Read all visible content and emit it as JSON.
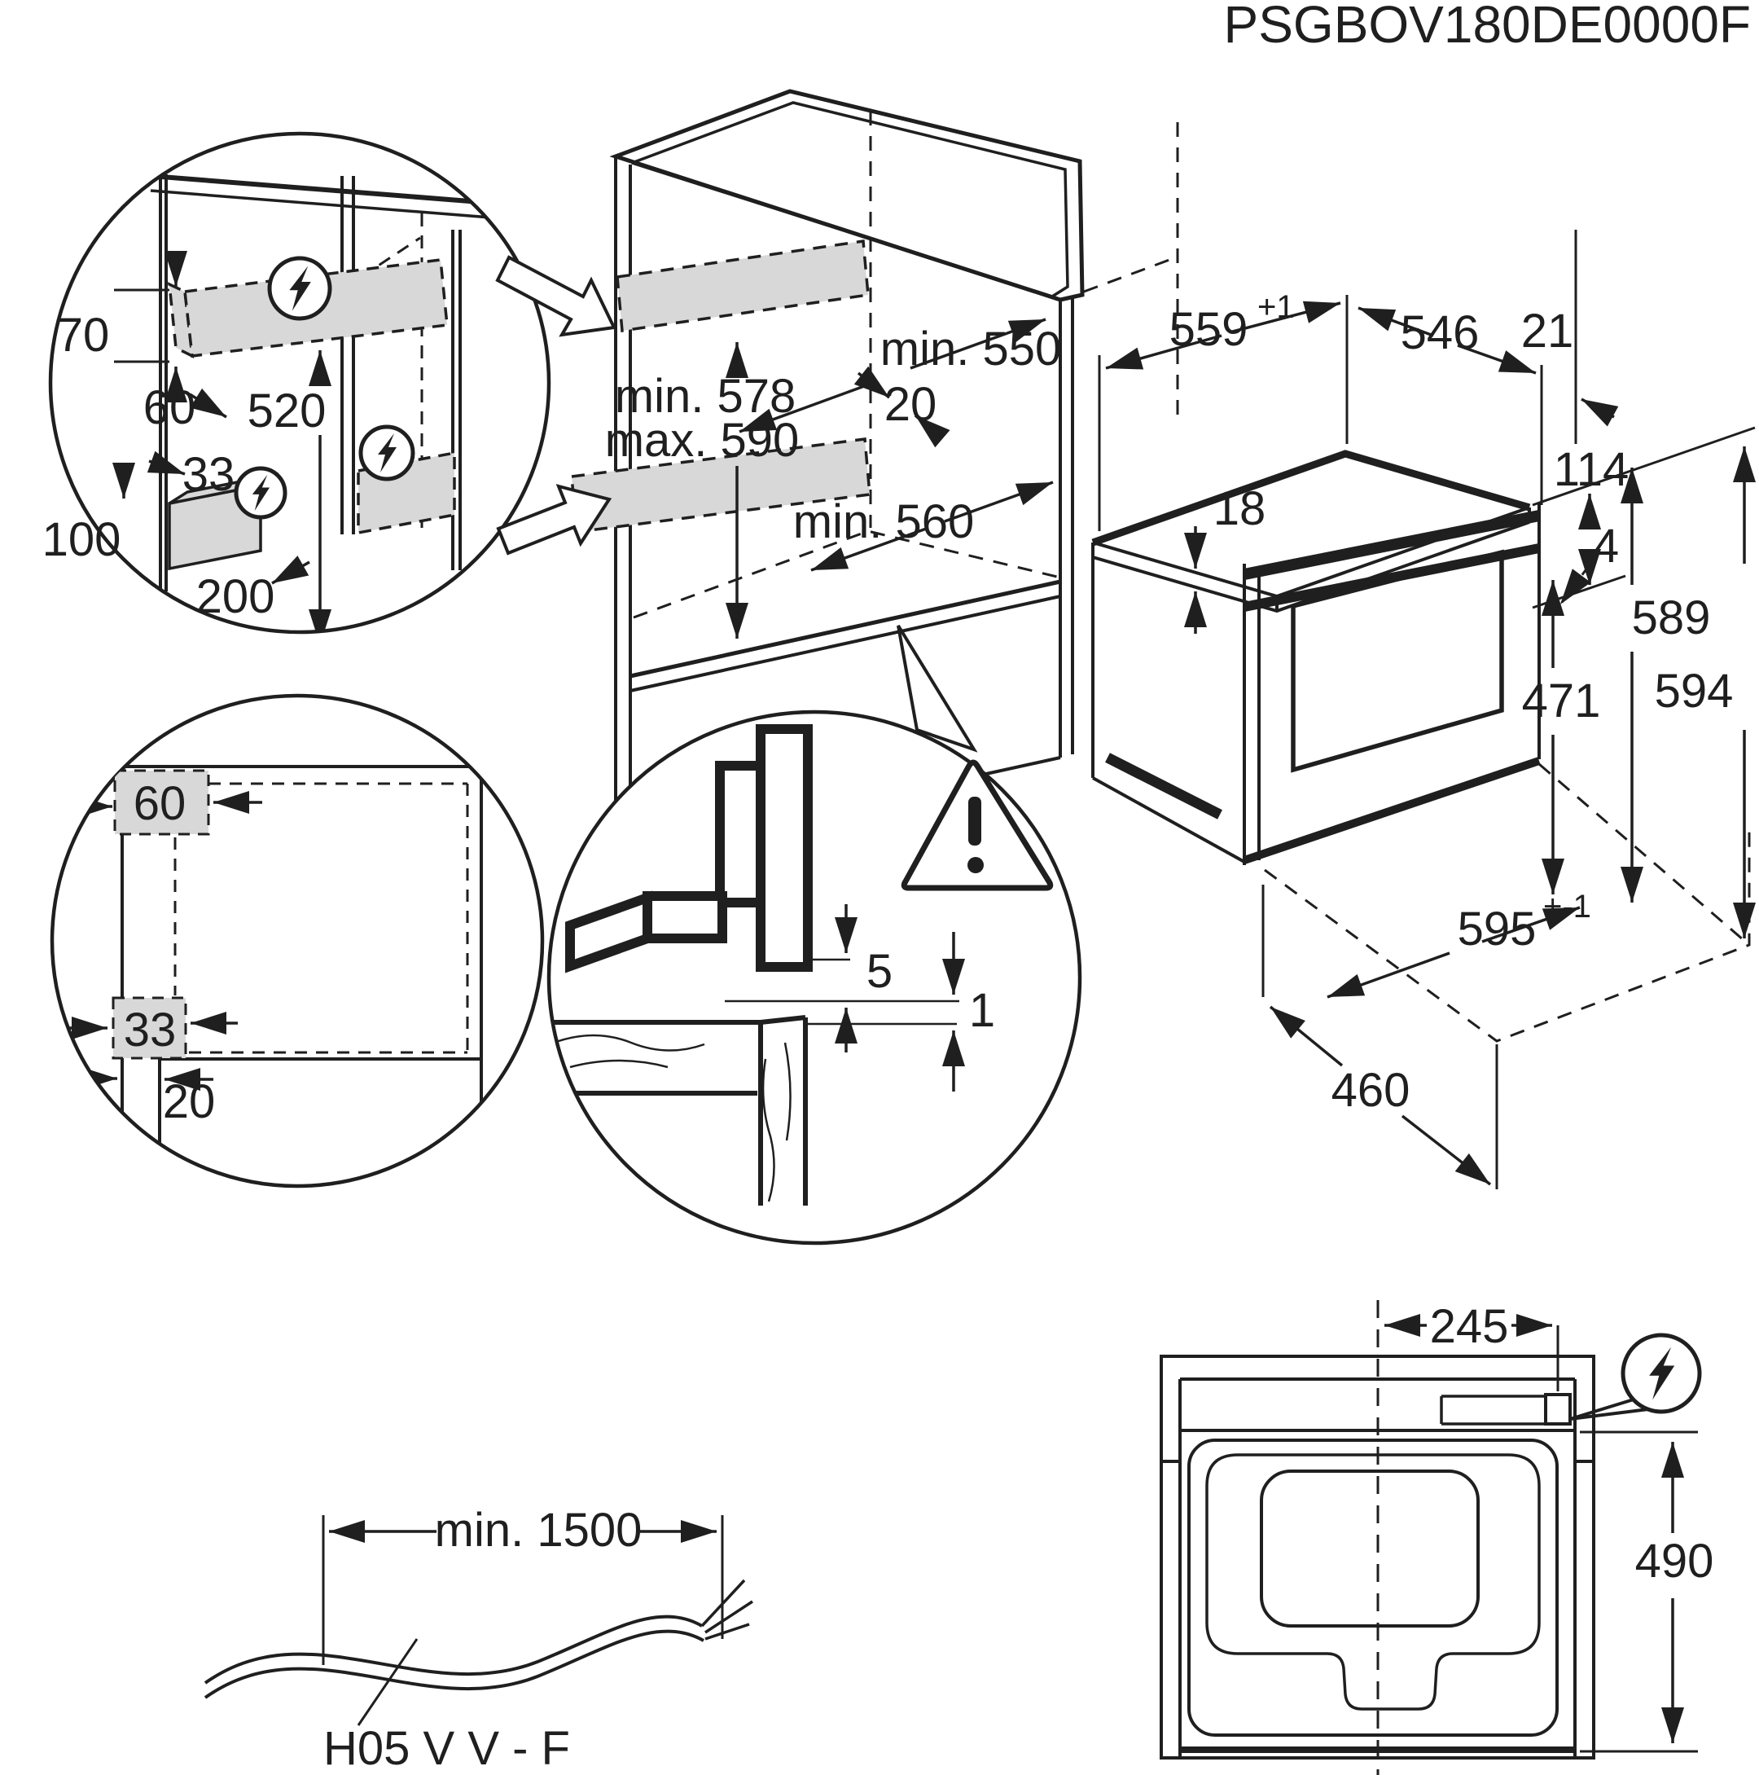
{
  "title": "PSGBOV180DE0000F",
  "colors": {
    "line": "#1f1f1f",
    "zone_fill": "#d8d8d8",
    "paper": "#ffffff"
  },
  "icons": {
    "electrical_connection": "lightning-in-circle",
    "warning": "exclamation-triangle"
  },
  "detail_side_wall": {
    "zone_height": "70",
    "zone_offset": "60",
    "zone_span": "520",
    "lower_offset": "33",
    "lower_zone_height": "100",
    "lower_zone_depth": "200"
  },
  "cabinet": {
    "niche_depth": "min. 550",
    "niche_height_min": "min. 578",
    "niche_height_max": "max. 590",
    "top_clearance": "20",
    "base_depth": "min. 560"
  },
  "oven": {
    "niche_width": "559",
    "niche_width_tol": "+1",
    "depth": "546",
    "rear_gap": "21",
    "worktop_thickness": "18",
    "front_height": "114",
    "door_gap": "4",
    "height_a": "589",
    "height_b": "594",
    "door_height": "471",
    "width": "595",
    "width_tol": "+-1",
    "door_clearance": "460"
  },
  "detail_rear_wall": {
    "zone_top_height": "60",
    "zone_side_width": "33",
    "bottom_inset": "20"
  },
  "panel_gap": {
    "air_gap": "5",
    "panel_step": "1"
  },
  "mains_cable": {
    "min_length": "min. 1500",
    "type": "H05 V V - F"
  },
  "top_view": {
    "connector_offset": "245",
    "connector_depth": "490"
  }
}
